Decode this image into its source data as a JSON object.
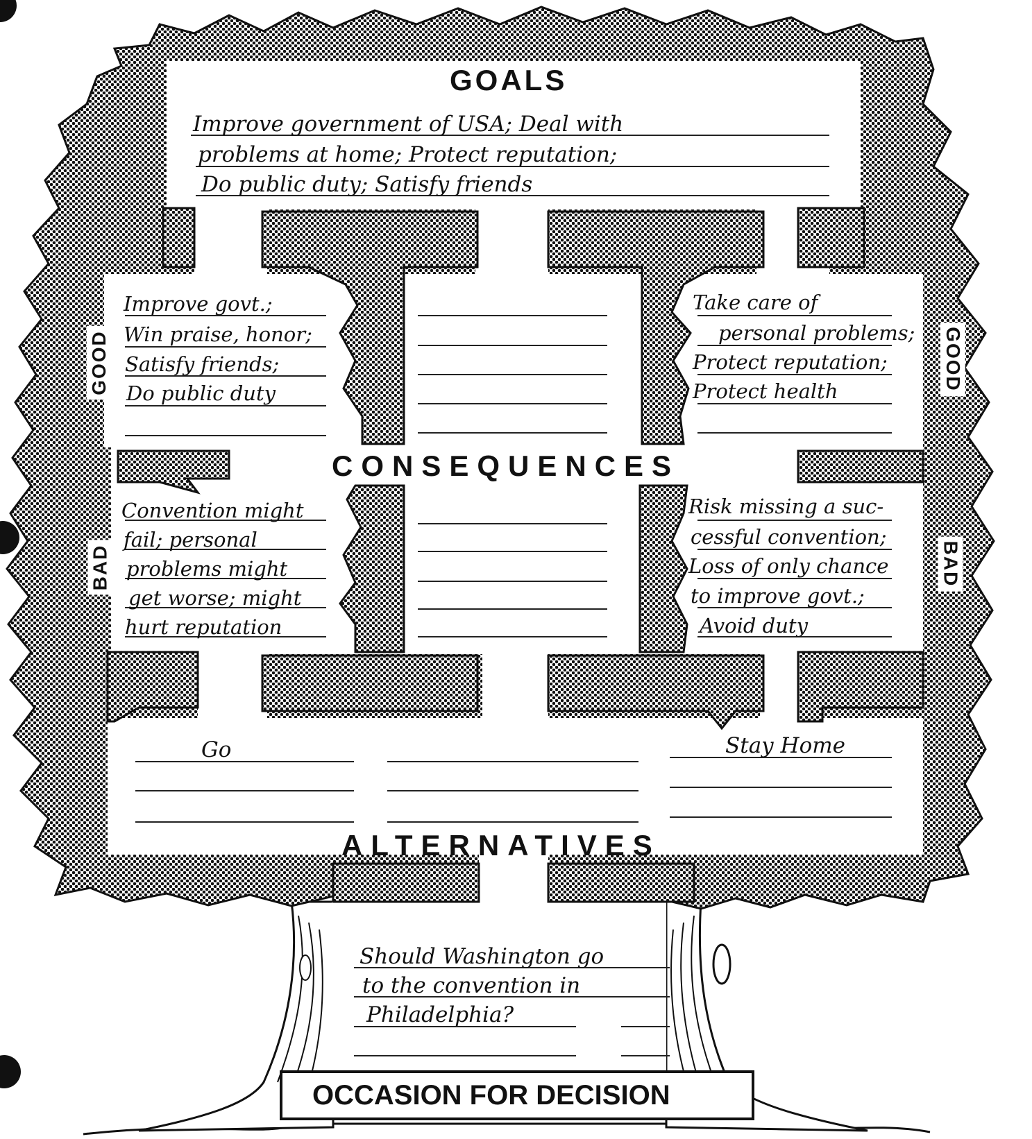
{
  "headings": {
    "goals": "GOALS",
    "consequences": "CONSEQUENCES",
    "alternatives": "ALTERNATIVES",
    "occasion": "OCCASION FOR DECISION"
  },
  "side_labels": {
    "left_good": "GOOD",
    "left_bad": "BAD",
    "right_good": "GOOD",
    "right_bad": "BAD"
  },
  "goals_lines": [
    "Improve government of USA; Deal with",
    "problems at home; Protect reputation;",
    "Do public duty; Satisfy friends"
  ],
  "good_left": [
    "Improve govt.;",
    "Win praise, honor;",
    "Satisfy friends;",
    "Do public duty"
  ],
  "good_right": [
    "Take care of",
    "personal problems;",
    "Protect reputation;",
    "Protect health"
  ],
  "bad_left": [
    "Convention might",
    "fail; personal",
    "problems might",
    "get worse; might",
    "hurt reputation"
  ],
  "bad_right": [
    "Risk missing a suc-",
    "cessful convention;",
    "Loss of only chance",
    "to improve govt.;",
    "Avoid duty"
  ],
  "alternatives": [
    "Go",
    "Stay Home"
  ],
  "occasion_lines": [
    "Should Washington go",
    "to the convention in",
    "Philadelphia?"
  ]
}
